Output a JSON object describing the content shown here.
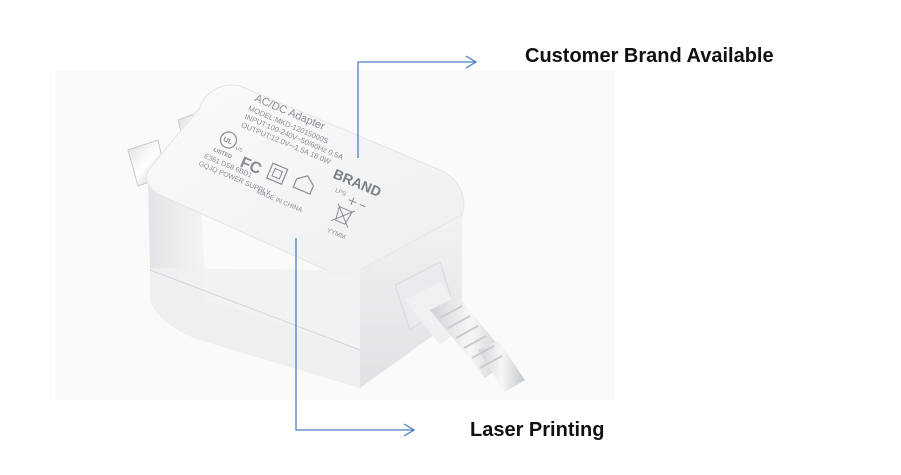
{
  "callouts": {
    "brand": "Customer Brand Available",
    "laser": "Laser Printing"
  },
  "product": {
    "label_lines": [
      "AC/DC Adapter",
      "MODEL:MKD-12015000S",
      "INPUT:100-240V~50/60Hz 0.5A",
      "OUTPUT:12.0V⎓1.5A 18.0W",
      "E361 DS8 6BD1",
      "GQJQ POWER SUPPLY"
    ],
    "brand_mark": "BRAND",
    "listed_mark": "LISTED",
    "ul_mark": "UL",
    "us_mark": "US",
    "fcc_mark": "FC",
    "lps_mark": "LPS",
    "made_in": "MADE IN CHINA",
    "date_code": "YYMM"
  },
  "colors": {
    "leader_line": "#4a7fc1",
    "adapter_body": "#f4f5f6",
    "label_text": "#8a8f95"
  }
}
